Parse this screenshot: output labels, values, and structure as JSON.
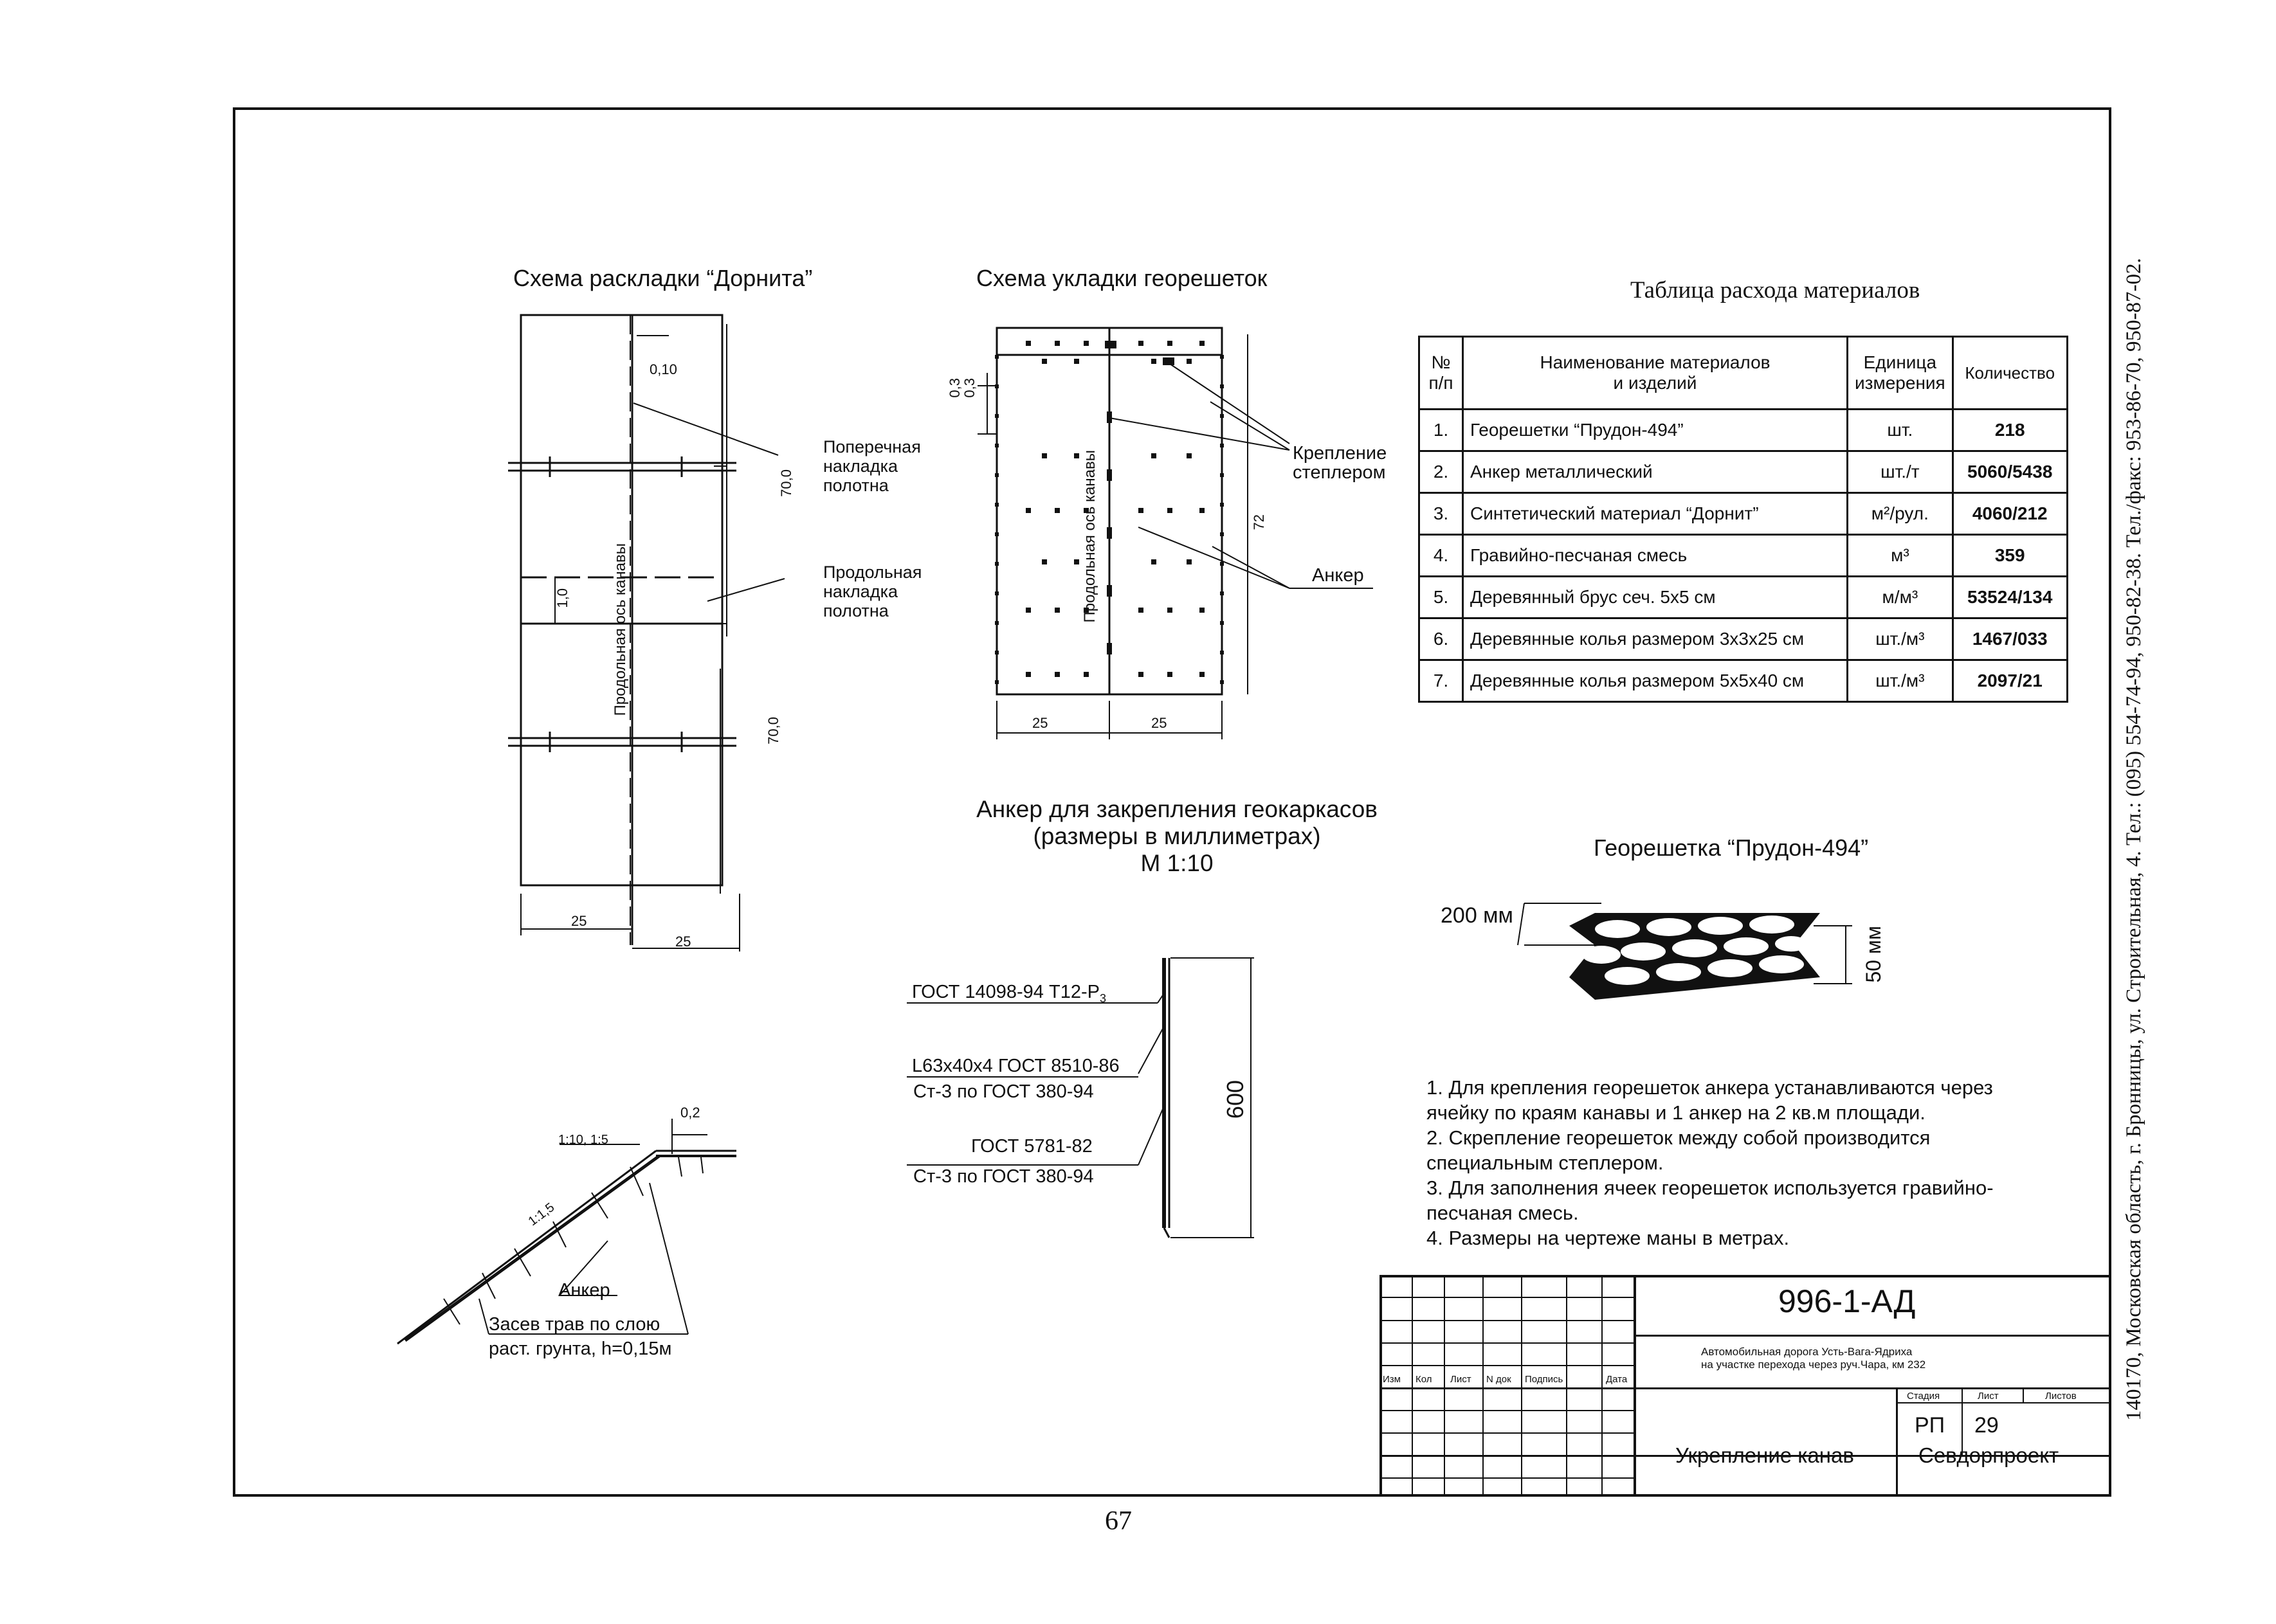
{
  "dornit": {
    "title": "Схема раскладки “Дорнита”",
    "dim_010": "0,10",
    "dim_700_a": "70,0",
    "dim_700_b": "70,0",
    "dim_10": "1,0",
    "dim_25_a": "25",
    "dim_25_b": "25",
    "axis_label": "Продольная ось канавы",
    "cross_label": [
      "Поперечная",
      "накладка",
      "полотна"
    ],
    "long_label": [
      "Продольная",
      "накладка",
      "полотна"
    ]
  },
  "georeshetki": {
    "title": "Схема укладки георешеток",
    "dim_03": "0,3",
    "dim_03b": "0,3",
    "dim_72": "72",
    "dim_25_a": "25",
    "dim_25_b": "25",
    "axis_label": "Продольная ось канавы",
    "stapler_label": [
      "Крепление",
      "степлером"
    ],
    "anchor_label": "Анкер"
  },
  "table": {
    "title": "Таблица расхода материалов",
    "headers": [
      "№\nп/п",
      "Наименование материалов\nи изделий",
      "Единица\nизмерения",
      "Количество"
    ],
    "rows": [
      {
        "n": "1.",
        "name": "Георешетки “Прудон-494”",
        "unit": "шт.",
        "qty": "218"
      },
      {
        "n": "2.",
        "name": "Анкер металлический",
        "unit": "шт./т",
        "qty": "5060/5438"
      },
      {
        "n": "3.",
        "name": "Синтетический материал “Дорнит”",
        "unit": "м²/рул.",
        "qty": "4060/212"
      },
      {
        "n": "4.",
        "name": "Гравийно-песчаная смесь",
        "unit": "м³",
        "qty": "359"
      },
      {
        "n": "5.",
        "name": "Деревянный брус сеч. 5х5 см",
        "unit": "м/м³",
        "qty": "53524/134"
      },
      {
        "n": "6.",
        "name": "Деревянные колья размером 3х3х25 см",
        "unit": "шт./м³",
        "qty": "1467/033"
      },
      {
        "n": "7.",
        "name": "Деревянные колья размером 5х5х40 см",
        "unit": "шт./м³",
        "qty": "2097/21"
      }
    ]
  },
  "anchor": {
    "title": [
      "Анкер для закрепления геокаркасов",
      "(размеры в миллиметрах)",
      "М 1:10"
    ],
    "gost1": "ГОСТ 14098-94 Т12-Р",
    "gost1_sub": "3",
    "gost2_a": "L63х40х4 ГОСТ 8510-86",
    "gost2_b": "Ст-3 по ГОСТ 380-94",
    "gost3_a": "ГОСТ 5781-82",
    "gost3_b": "Ст-3 по ГОСТ 380-94",
    "dim_600": "600"
  },
  "grid_sample": {
    "title": "Георешетка “Прудон-494”",
    "dim_200": "200 мм",
    "dim_50": "50 мм"
  },
  "slope": {
    "dim_02": "0,2",
    "ratio_top": "1:10, 1:5",
    "ratio_slope": "1:1,5",
    "anchor_label": "Анкер",
    "sowing_a": "Засев трав по слою",
    "sowing_b": "раст. грунта, h=0,15м"
  },
  "notes": [
    "1. Для крепления георешеток анкера устанавливаются через",
    "    ячейку по краям канавы и 1 анкер на 2 кв.м площади.",
    "2. Скрепление георешеток между собой производится",
    "    специальным степлером.",
    "3. Для заполнения ячеек георешеток используется гравийно-",
    "    песчаная смесь.",
    "4. Размеры на чертеже маны в метрах."
  ],
  "stamp": {
    "code": "996-1-АД",
    "project_a": "Автомобильная дорога Усть-Вага-Ядриха",
    "project_b": "на участке перехода через руч.Чара, км 232",
    "cols": [
      "Изм",
      "Кол",
      "Лист",
      "N док",
      "Подпись",
      "Дата"
    ],
    "stage_label": "Стадия",
    "sheet_label": "Лист",
    "sheets_label": "Листов",
    "stage": "РП",
    "sheet": "29",
    "drawing_title": "Укрепление канав",
    "company": "Севдорпроект"
  },
  "page_number": "67",
  "sidebar_text": "140170, Московская область, г. Бронницы, ул. Строительная, 4. Тел.: (095) 554-74-94, 950-82-38. Тел./факс: 953-86-70, 950-87-02."
}
